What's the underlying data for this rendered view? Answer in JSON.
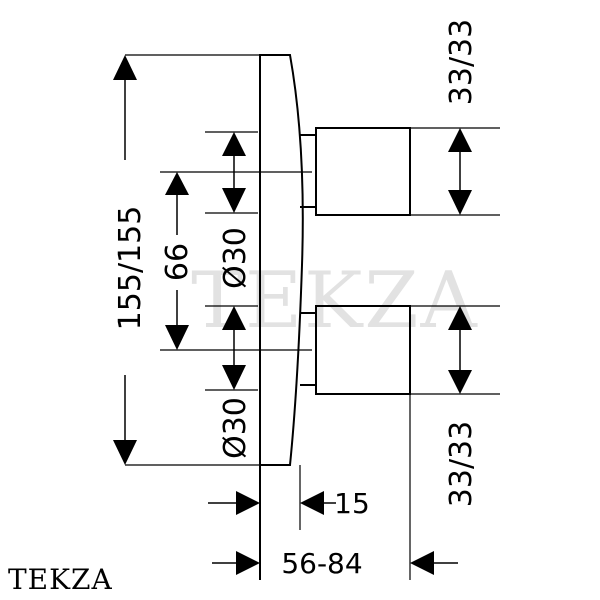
{
  "dimensions": {
    "total_height": "155/155",
    "spacing": "66",
    "top_diameter": "Ø30",
    "bottom_diameter": "Ø30",
    "top_offset": "33/33",
    "bottom_offset": "33/33",
    "plate_depth": "15",
    "overall_depth": "56-84"
  },
  "watermark": "TEKZA",
  "brand": "TEKZA",
  "colors": {
    "line": "#000000",
    "watermark": "#d9d9d9"
  }
}
